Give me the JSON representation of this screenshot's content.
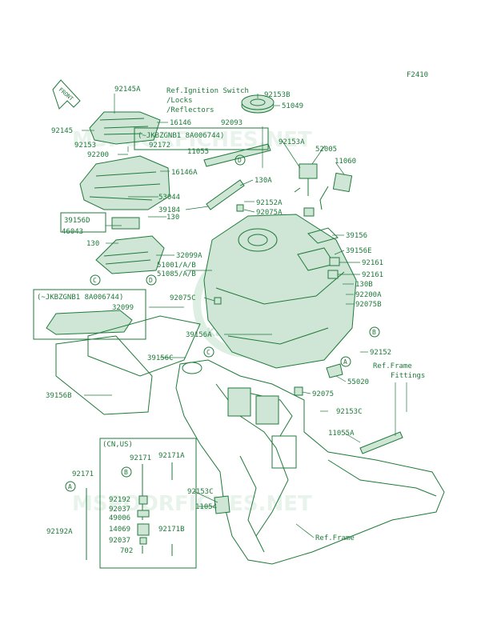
{
  "figure_code": "F2410",
  "watermark": {
    "top": "MSPOORFICHES.NET",
    "bottom": "MSPOORFICHES.NET",
    "logo": "Kawasaki"
  },
  "front_arrow": "FRONT",
  "notes": {
    "ignition_ref_l1": "Ref.Ignition Switch",
    "ignition_ref_l2": "/Locks",
    "ignition_ref_l3": "/Reflectors",
    "jkb_note_1": "(~JKBZGNB1 8A006744)",
    "jkb_note_2": "(~JKBZGNB1 8A006744)",
    "cn_us": "(CN,US)",
    "ref_frame_fittings_l1": "Ref.Frame",
    "ref_frame_fittings_l2": "Fittings",
    "ref_frame": "Ref.Frame"
  },
  "callouts": {
    "c_d": "D",
    "c_c": "C",
    "c_b": "B",
    "c_a": "A"
  },
  "parts": {
    "p92145A": "92145A",
    "p92145": "92145",
    "p16146": "16146",
    "p92153": "92153",
    "p92200": "92200",
    "p16146A": "16146A",
    "p53044": "53044",
    "p39156D": "39156D",
    "p46043": "46043",
    "p130a": "130",
    "p130b": "130",
    "p32099A": "32099A",
    "p32099": "32099",
    "p39156C": "39156C",
    "p39156B": "39156B",
    "p92153B": "92153B",
    "p51049": "51049",
    "p92093": "92093",
    "p92172": "92172",
    "p11055": "11055",
    "p92153A": "92153A",
    "p52005": "52005",
    "p11060": "11060",
    "p130A": "130A",
    "p92152A": "92152A",
    "p39184": "39184",
    "p92075A": "92075A",
    "p39156": "39156",
    "p39156E": "39156E",
    "p92161a": "92161",
    "p92161b": "92161",
    "p51001": "51001/A/B",
    "p51085": "51085/A/B",
    "p130B": "130B",
    "p92200A": "92200A",
    "p92075B": "92075B",
    "p92075C": "92075C",
    "p39156A": "39156A",
    "p92152": "92152",
    "p55020": "55020",
    "p92075": "92075",
    "p92153C_a": "92153C",
    "p11055A": "11055A",
    "p92171a": "92171",
    "p92171b": "92171",
    "p92171A": "92171A",
    "p92192": "92192",
    "p92037a": "92037",
    "p49006": "49006",
    "p14069": "14069",
    "p92037b": "92037",
    "p702": "702",
    "p92171B": "92171B",
    "p92192A": "92192A",
    "p92153C_b": "92153C",
    "p11054": "11054"
  }
}
